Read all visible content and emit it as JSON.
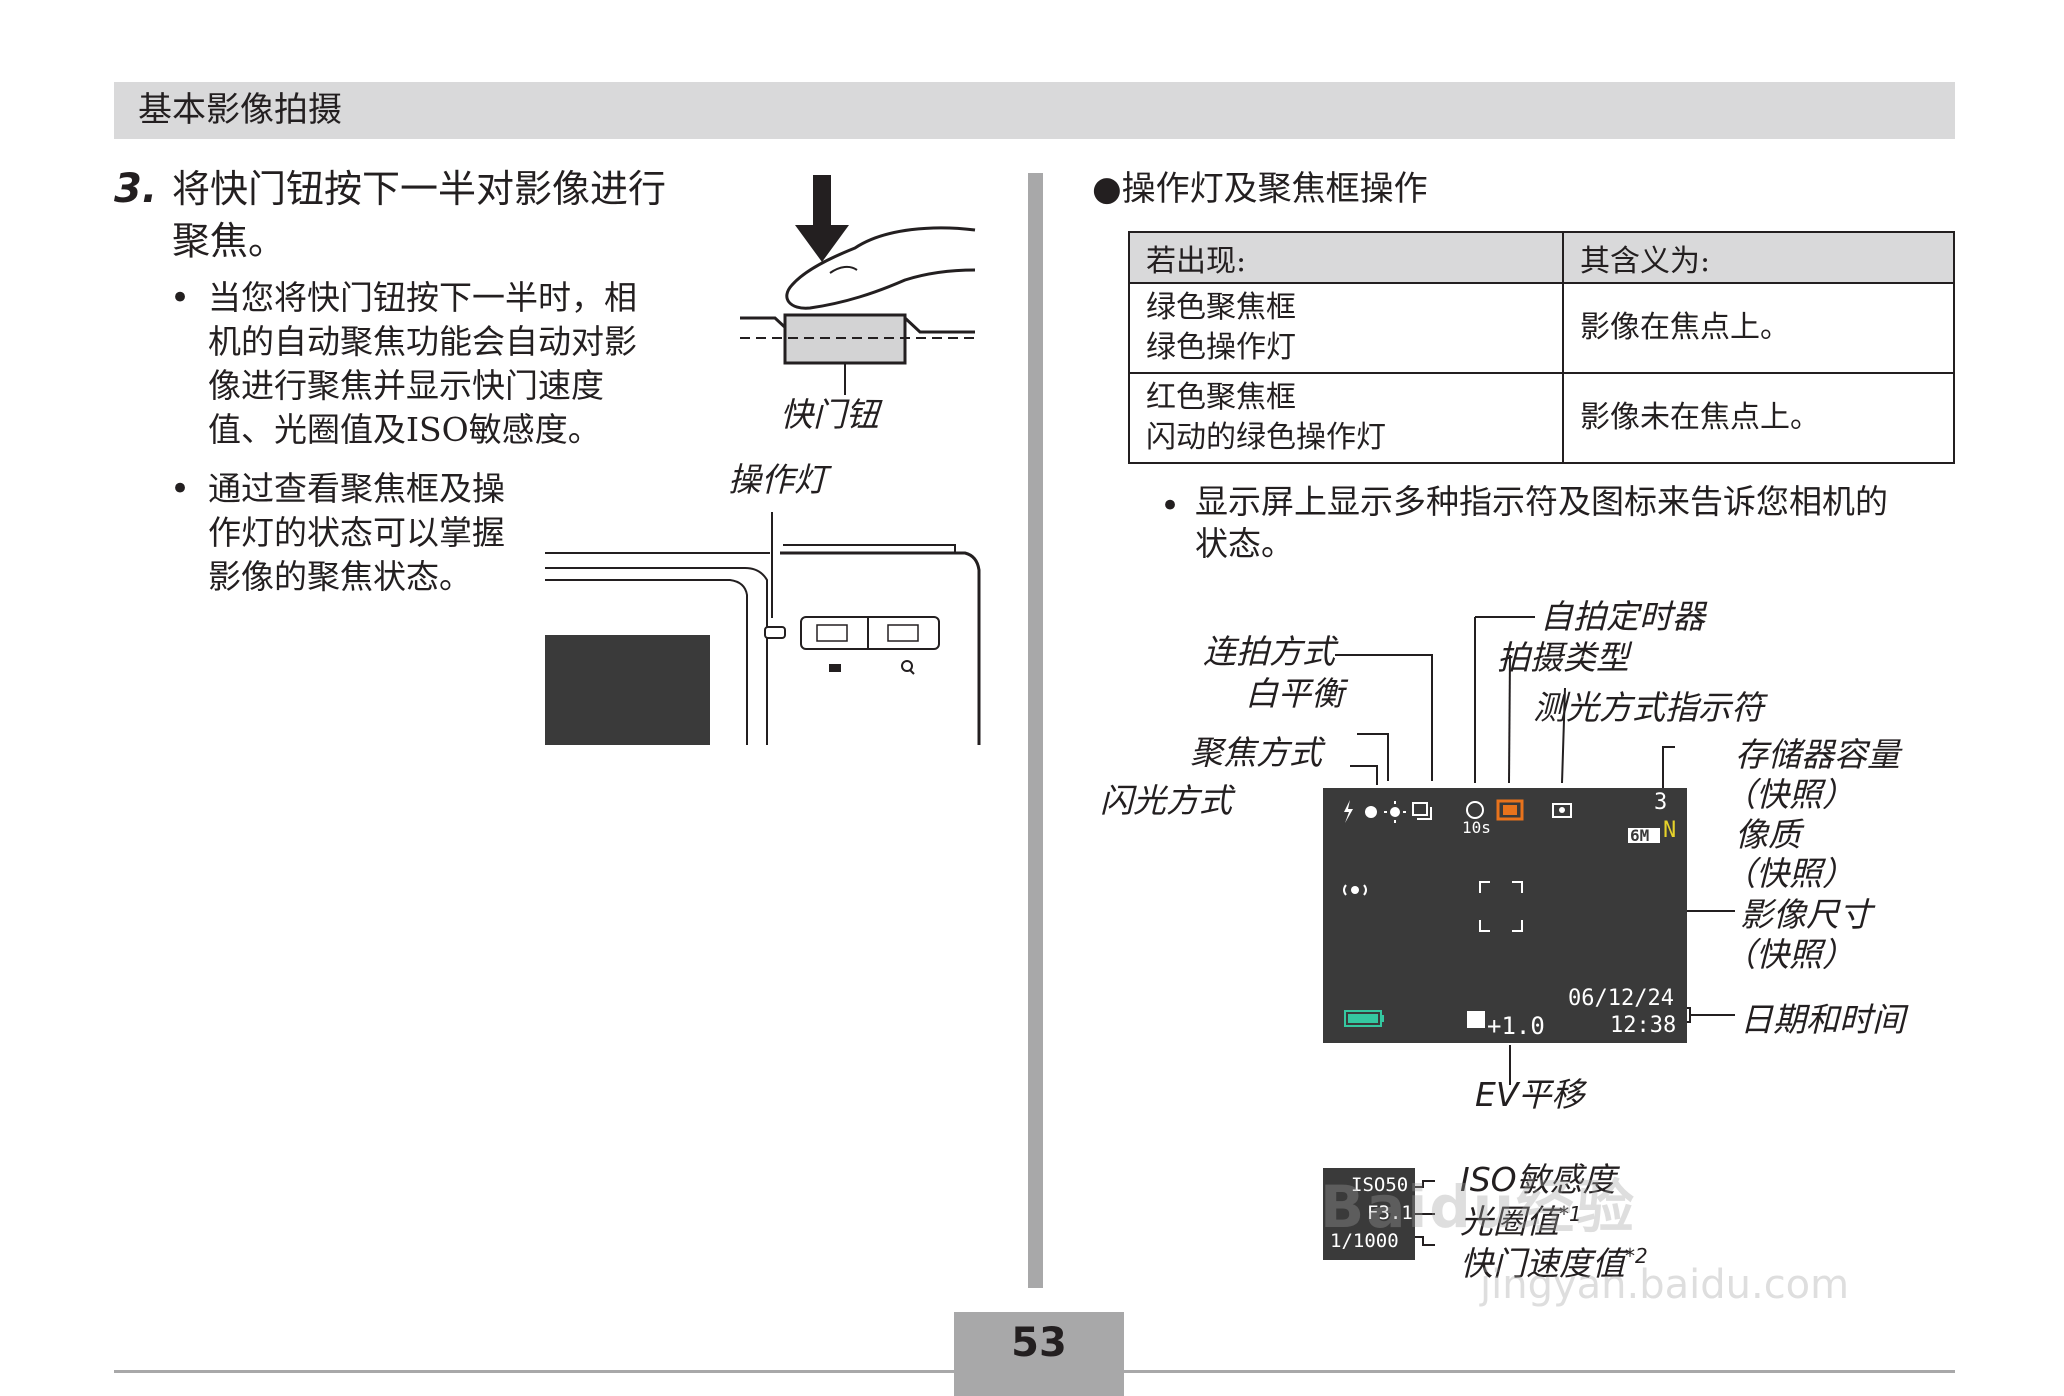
{
  "header": {
    "title": "基本影像拍摄"
  },
  "step": {
    "number": "3.",
    "title_line1": "将快门钮按下一半对影像进行",
    "title_line2": "聚焦。",
    "bullet_symbol": "•",
    "bullet1": [
      "当您将快门钮按下一半时，相",
      "机的自动聚焦功能会自动对影",
      "像进行聚焦并显示快门速度",
      "值、光圈值及ISO敏感度。"
    ],
    "bullet2": [
      "通过查看聚焦框及操",
      "作灯的状态可以掌握",
      "影像的聚焦状态。"
    ],
    "illustration_labels": {
      "shutter_button": "快门钮",
      "operation_lamp": "操作灯"
    }
  },
  "section": {
    "bullet_symbol": "●",
    "title": "操作灯及聚焦框操作",
    "table": {
      "headers": [
        "若出现:",
        "其含义为:"
      ],
      "rows": [
        {
          "appearance": [
            "绿色聚焦框",
            "绿色操作灯"
          ],
          "meaning": "影像在焦点上。"
        },
        {
          "appearance": [
            "红色聚焦框",
            "闪动的绿色操作灯"
          ],
          "meaning": "影像未在焦点上。"
        }
      ]
    },
    "note_symbol": "•",
    "note": [
      "显示屏上显示多种指示符及图标来告诉您相机的",
      "状态。"
    ]
  },
  "lcd_labels": {
    "self_timer": "自拍定时器",
    "continuous": "连拍方式",
    "shoot_type": "拍摄类型",
    "white_balance": "白平衡",
    "metering": "测光方式指示符",
    "focus_mode": "聚焦方式",
    "memory": "存储器容量",
    "snapshot": "（快照）",
    "flash_mode": "闪光方式",
    "quality": "像质",
    "image_size": "影像尺寸",
    "date_time": "日期和时间",
    "ev_shift": "EV平移",
    "iso": "ISO敏感度",
    "aperture": "光圈值",
    "aperture_note": "*1",
    "shutter_speed": "快门速度值",
    "shutter_note": "*2"
  },
  "lcd_values": {
    "self_timer": "10s",
    "remaining": "3",
    "size": "6M",
    "quality": "N",
    "date": "06/12/24",
    "time": "12:38",
    "ev": "+1.0",
    "iso": "ISO50",
    "aperture": "F3.1",
    "shutter": "1/1000"
  },
  "page_number": "53",
  "watermark": {
    "brand": "Baidu经验",
    "url": "jingyan.baidu.com"
  },
  "colors": {
    "header_bg": "#d9d9da",
    "divider": "#a8a8a9",
    "lcd_bg": "#3a3a3a",
    "lcd_orange": "#e8731c",
    "lcd_green": "#35c7a0",
    "lcd_yellow": "#e6d22a"
  }
}
